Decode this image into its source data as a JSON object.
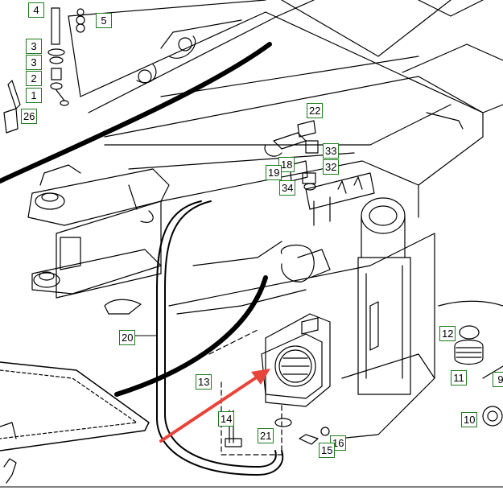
{
  "diagram": {
    "callouts": [
      {
        "id": "c4a",
        "label": "4"
      },
      {
        "id": "c5",
        "label": "5"
      },
      {
        "id": "c3a",
        "label": "3"
      },
      {
        "id": "c3b",
        "label": "3"
      },
      {
        "id": "c2",
        "label": "2"
      },
      {
        "id": "c1",
        "label": "1"
      },
      {
        "id": "c26",
        "label": "26"
      },
      {
        "id": "c22",
        "label": "22"
      },
      {
        "id": "c33",
        "label": "33"
      },
      {
        "id": "c18",
        "label": "18"
      },
      {
        "id": "c32",
        "label": "32"
      },
      {
        "id": "c19",
        "label": "19"
      },
      {
        "id": "c34",
        "label": "34"
      },
      {
        "id": "c20",
        "label": "20"
      },
      {
        "id": "c12",
        "label": "12"
      },
      {
        "id": "c13",
        "label": "13"
      },
      {
        "id": "c11",
        "label": "11"
      },
      {
        "id": "c9",
        "label": "9"
      },
      {
        "id": "c14",
        "label": "14"
      },
      {
        "id": "c10",
        "label": "10"
      },
      {
        "id": "c21",
        "label": "21"
      },
      {
        "id": "c16",
        "label": "16"
      },
      {
        "id": "c15",
        "label": "15"
      }
    ],
    "colors": {
      "line": "#000000",
      "callout_border": "#1f7a1f",
      "arrow": "#e8443a",
      "background": "#ffffff"
    }
  }
}
